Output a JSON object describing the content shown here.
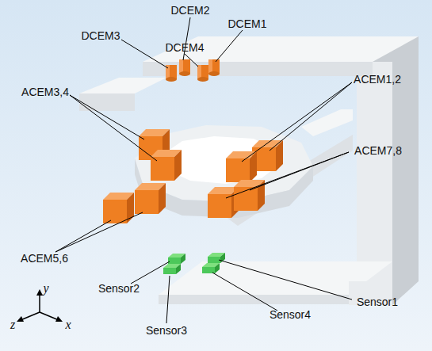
{
  "diagram": {
    "labels": [
      "DCEM2",
      "DCEM3",
      "DCEM1",
      "DCEM4",
      "ACEM3,4",
      "ACEM1,2",
      "ACEM7,8",
      "ACEM5,6",
      "Sensor2",
      "Sensor1",
      "Sensor4",
      "Sensor3",
      "y",
      "z",
      "x"
    ]
  }
}
